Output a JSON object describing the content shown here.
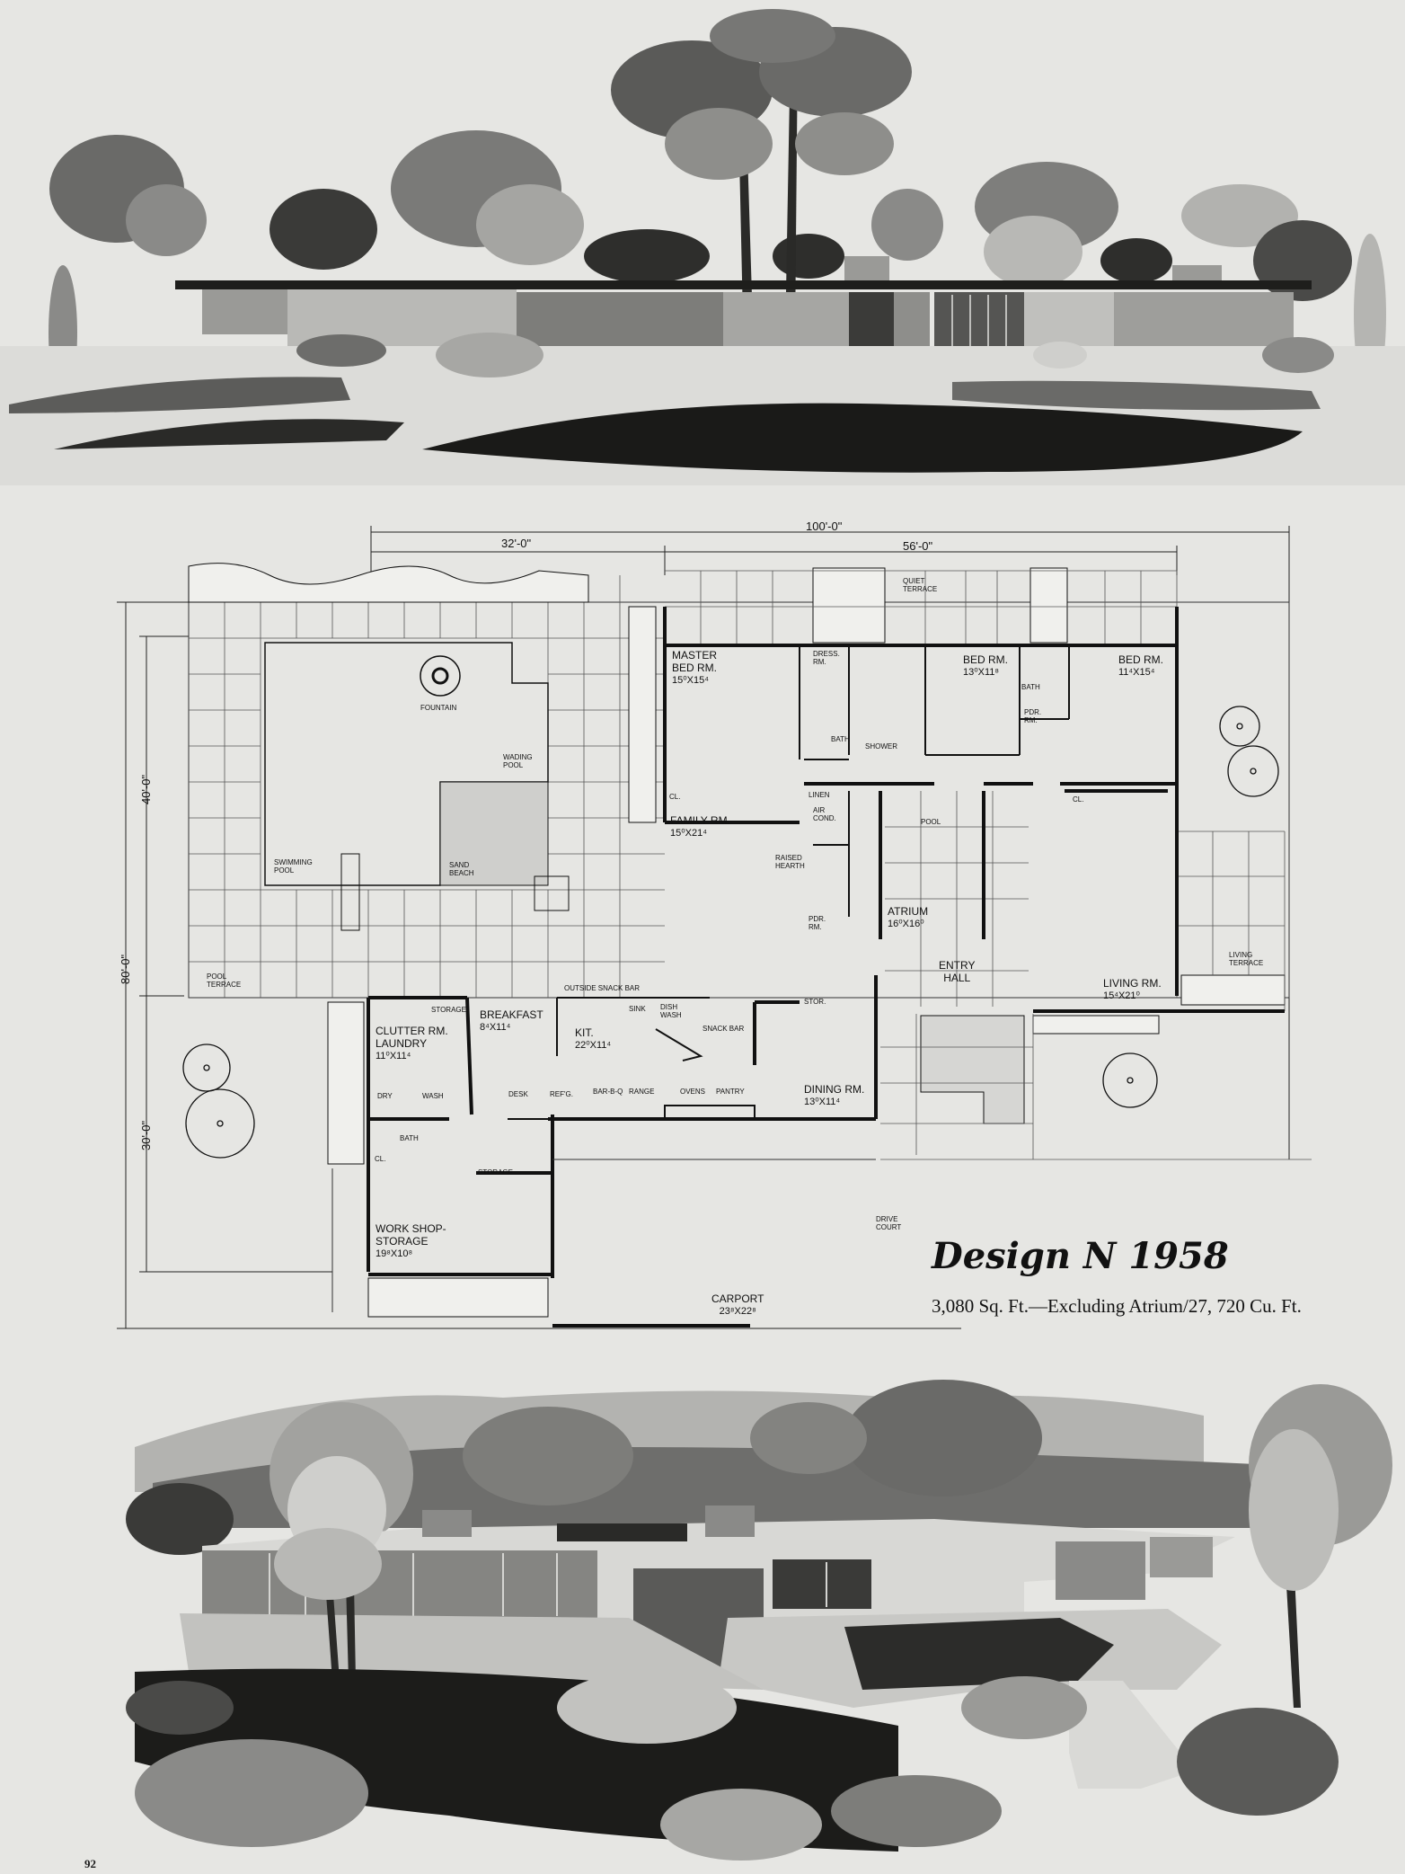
{
  "design": {
    "title": "Design N 1958",
    "stats": "3,080 Sq. Ft.—Excluding Atrium/27, 720 Cu. Ft."
  },
  "page_number": "92",
  "dimensions": {
    "overall_width": "100'-0\"",
    "left_width": "32'-0\"",
    "right_width": "56'-0\"",
    "overall_depth": "80'-0\"",
    "upper_depth": "40'-0\"",
    "lower_depth": "30'-0\""
  },
  "rooms": {
    "master_bed": {
      "name1": "Master",
      "name2": "Bed Rm.",
      "dim": "15⁰x15⁴"
    },
    "bed_rm_1": {
      "name": "Bed Rm.",
      "dim": "13⁰x11⁸"
    },
    "bed_rm_2": {
      "name": "Bed Rm.",
      "dim": "11⁴x15⁴"
    },
    "family_rm": {
      "name": "Family Rm.",
      "dim": "15⁰x21⁴"
    },
    "atrium": {
      "name": "Atrium",
      "dim": "16⁰x16⁰"
    },
    "entry_hall": {
      "name1": "Entry",
      "name2": "Hall"
    },
    "living_rm": {
      "name": "Living Rm.",
      "dim": "15⁴x21⁰"
    },
    "breakfast": {
      "name": "Breakfast",
      "dim": "8⁴x11⁴"
    },
    "kit": {
      "name": "Kit.",
      "dim": "22⁰x11⁴"
    },
    "dining_rm": {
      "name": "Dining Rm.",
      "dim": "13⁰x11⁴"
    },
    "clutter_rm": {
      "name1": "Clutter Rm.",
      "name2": "Laundry",
      "dim": "11⁰x11⁴"
    },
    "work_shop": {
      "name1": "Work Shop-",
      "name2": "Storage",
      "dim": "19⁸x10⁸"
    },
    "carport": {
      "name": "Carport",
      "dim": "23⁸x22⁸"
    }
  },
  "labels": {
    "fountain": "Fountain",
    "wading_pool1": "Wading",
    "wading_pool2": "Pool",
    "swimming_pool1": "Swimming",
    "swimming_pool2": "Pool",
    "sand_beach1": "Sand",
    "sand_beach2": "Beach",
    "pool_terrace1": "Pool",
    "pool_terrace2": "Terrace",
    "quiet_terrace1": "Quiet",
    "quiet_terrace2": "Terrace",
    "living_terrace1": "Living",
    "living_terrace2": "Terrace",
    "outside_snack_bar": "Outside Snack Bar",
    "storage_top": "Storage",
    "storage_bottom": "Storage",
    "drive_court1": "Drive",
    "drive_court2": "Court",
    "pool_small": "Pool",
    "linen": "Linen",
    "air_cond1": "Air",
    "air_cond2": "Cond.",
    "raised_hearth1": "Raised",
    "raised_hearth2": "Hearth",
    "pdr_rm1_a": "Pdr.",
    "pdr_rm1_b": "Rm.",
    "pdr_rm2_a": "Pdr.",
    "pdr_rm2_b": "Rm.",
    "bath_master": "Bath",
    "bath_bed": "Bath",
    "bath_laundry": "Bath",
    "shower": "Shower",
    "dress_rm1": "Dress.",
    "dress_rm2": "Rm.",
    "stor": "Stor.",
    "sink": "Sink",
    "dish_wash1": "Dish",
    "dish_wash2": "Wash",
    "snack_bar": "Snack Bar",
    "desk": "Desk",
    "refg": "Ref'g.",
    "bar_b_q": "Bar-B-Q",
    "range": "Range",
    "ovens": "Ovens",
    "pantry": "Pantry",
    "dry": "Dry",
    "wash": "Wash",
    "cl": "Cl."
  }
}
